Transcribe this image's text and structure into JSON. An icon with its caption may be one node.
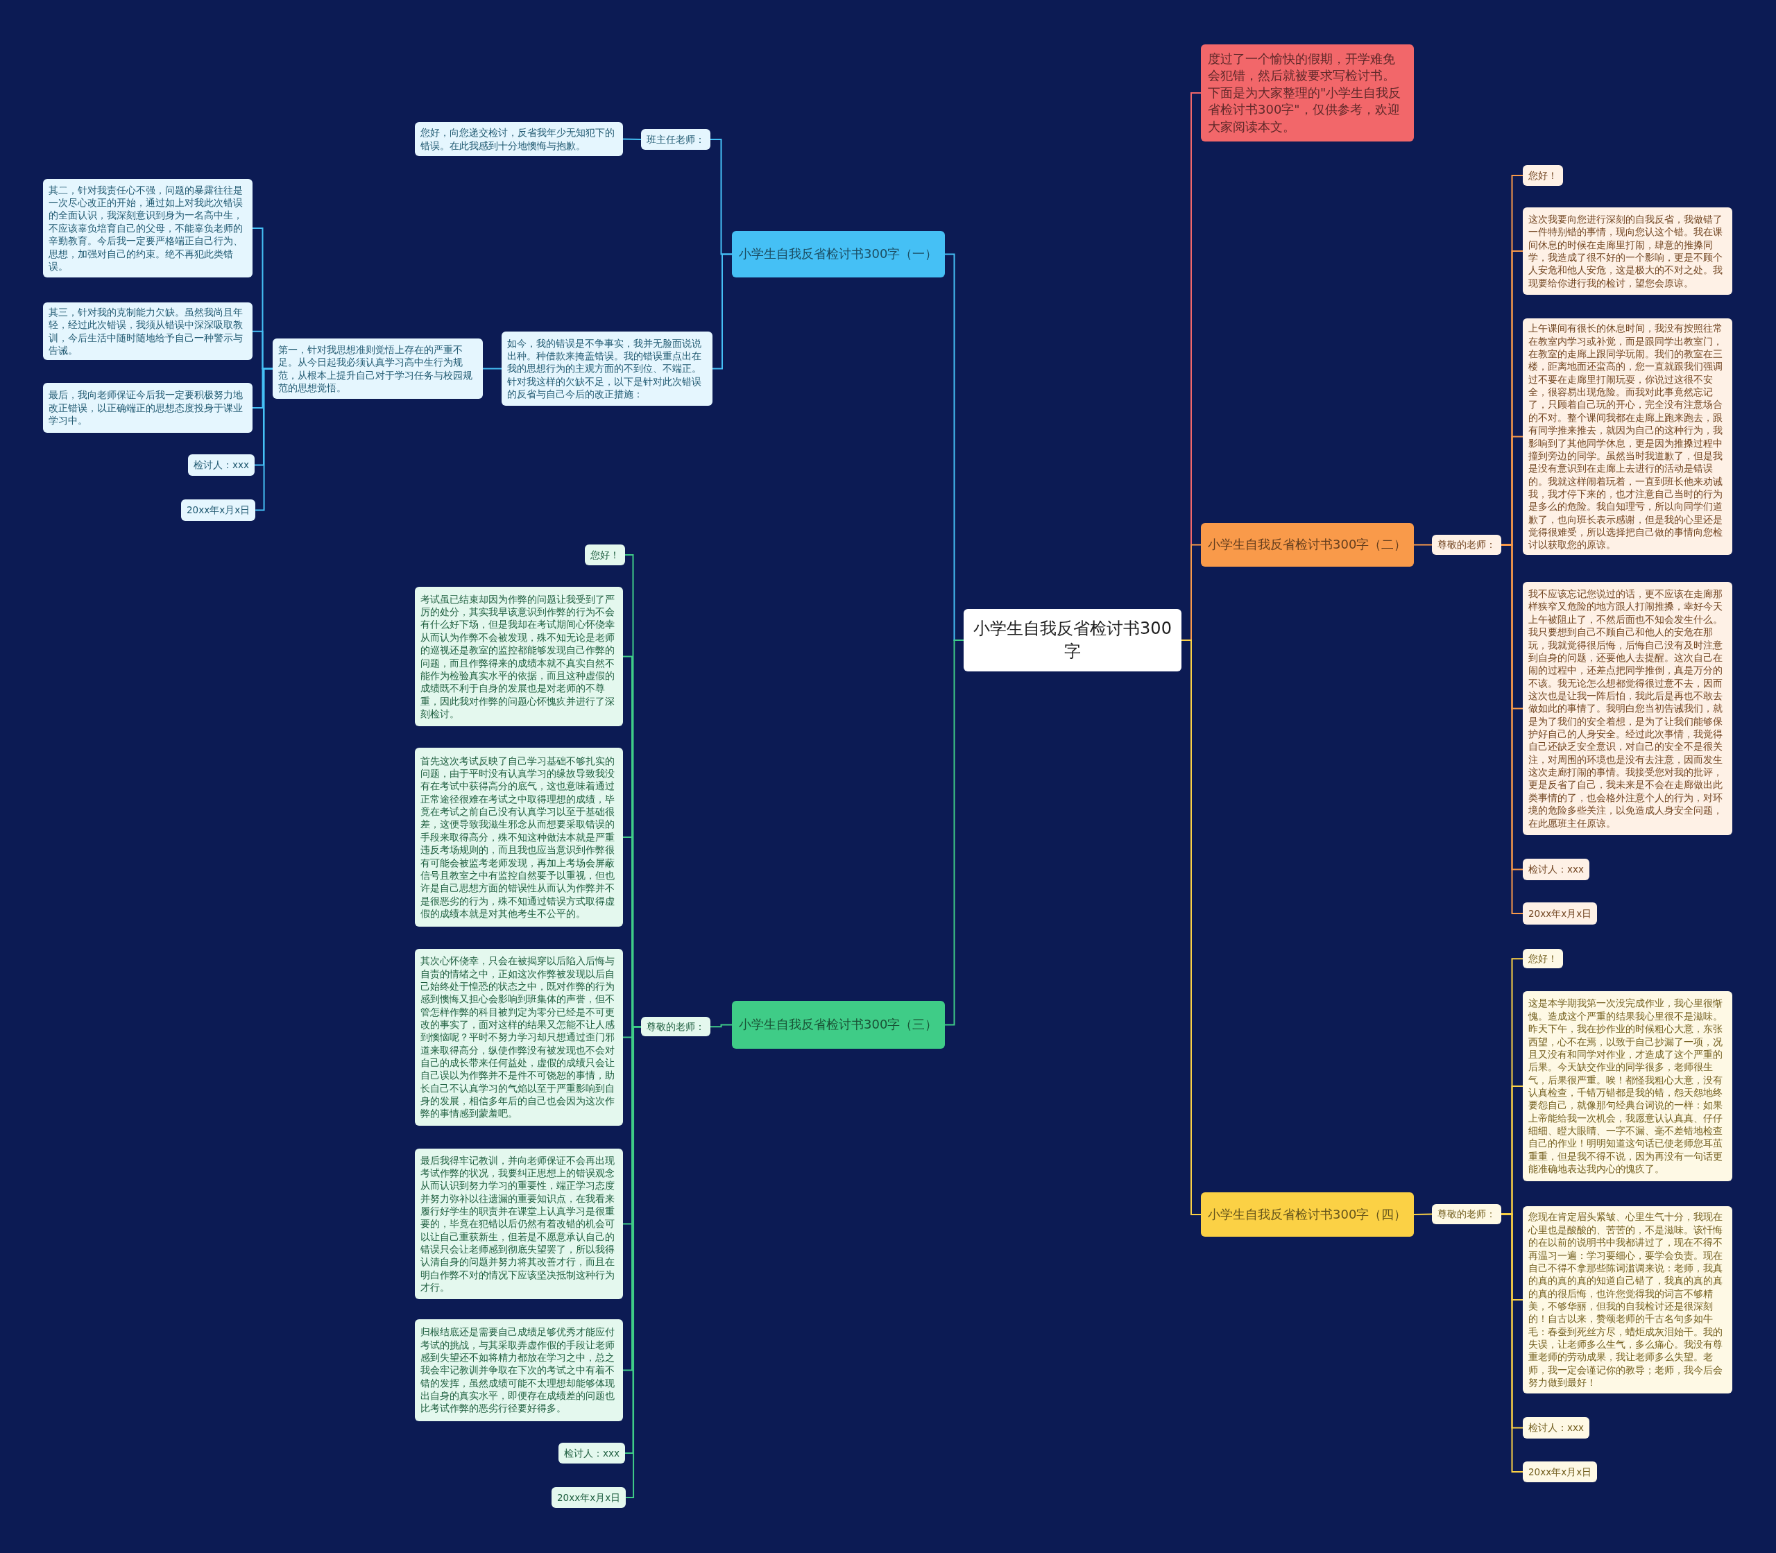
{
  "diagram": {
    "nodes": [
      {
        "text": [
          "小学生自我反省检讨书300字"
        ]
      },
      {
        "text": [
          "度过了一个愉快的假期，开学难免会犯错，然后就被要求写检讨书。下面是为大家整理的\"小学生自我反省检讨书300字\"，仅供参考，欢迎大家阅读本文。"
        ]
      },
      {
        "text": [
          "小学生自我反省检讨书300字（一）"
        ]
      },
      {
        "text": [
          "班主任老师："
        ]
      },
      {
        "text": [
          "您好，向您递交检讨，反省我年少无知犯下的错误。在此我感到十分地懊悔与抱歉。"
        ]
      },
      {
        "text": [
          "如今，我的错误是不争事实，我并无脸面说说出种。种借款来掩盖错误。我的错误重点出在我的思想行为的主观方面的不到位、不端正。针对我这样的欠缺不足，以下是针对此次错误的反省与自己今后的改正措施："
        ]
      },
      {
        "text": [
          "第一，针对我思想准则觉悟上存在的严重不足。从今日起我必须认真学习高中生行为规范，从根本上提升自己对于学习任务与校园规范的思想觉悟。"
        ]
      },
      {
        "text": [
          "其二，针对我责任心不强，问题的暴露往往是一次尽心改正的开始，通过如上对我此次错误的全面认识，我深刻意识到身为一名高中生，不应该辜负培育自己的父母，不能辜负老师的辛勤教育。今后我一定要严格端正自己行为、思想，加强对自己的约束。绝不再犯此类错误。"
        ]
      },
      {
        "text": [
          "其三，针对我的克制能力欠缺。虽然我尚且年轻，经过此次错误，我须从错误中深深吸取教训，今后生活中随时随地给予自己一种警示与告诫。"
        ]
      },
      {
        "text": [
          "最后，我向老师保证今后我一定要积极努力地改正错误，以正确端正的思想态度投身于课业学习中。"
        ]
      },
      {
        "text": [
          "检讨人：xxx"
        ]
      },
      {
        "text": [
          "20xx年x月x日"
        ]
      },
      {
        "text": [
          "小学生自我反省检讨书300字（二）"
        ]
      },
      {
        "text": [
          "尊敬的老师："
        ]
      },
      {
        "text": [
          "您好！"
        ]
      },
      {
        "text": [
          "这次我要向您进行深刻的自我反省，我做错了一件特别错的事情，现向您认这个错。我在课间休息的时候在走廊里打闹，肆意的推搡同学，我造成了很不好的一个影响，更是不顾个人安危和他人安危，这是极大的不对之处。我现要给你进行我的检讨，望您会原谅。"
        ]
      },
      {
        "text": [
          "上午课间有很长的休息时间，我没有按照往常在教室内学习或补觉，而是跟同学出教室门，在教室的走廊上跟同学玩闹。我们的教室在三楼，距离地面还蛮高的，您一直就跟我们强调过不要在走廊里打闹玩耍，你说过这很不安全，很容易出现危险。而我对此事竟然忘记了，只顾着自己玩的开心，完全没有注意场合的不对。整个课间我都在走廊上跑来跑去，跟有同学推来推去，就因为自己的这种行为，我影响到了其他同学休息，更是因为推搡过程中撞到旁边的同学。虽然当时我道歉了，但是我是没有意识到在走廊上去进行的活动是错误的。我就这样闹着玩着，一直到班长他来劝诫我，我才停下来的，也才注意自己当时的行为是多么的危险。我自知理亏，所以向同学们道歉了，也向班长表示感谢，但是我的心里还是觉得很难受，所以选择把自己做的事情向您检讨以获取您的原谅。"
        ]
      },
      {
        "text": [
          "我不应该忘记您说过的话，更不应该在走廊那样狭窄又危险的地方跟人打闹推搡，幸好今天上午被阻止了，不然后面也不知会发生什么。我只要想到自己不顾自己和他人的安危在那玩，我就觉得很后悔，后悔自己没有及时注意到自身的问题，还要他人去提醒。这次自己在闹的过程中，还差点把同学推倒，真是万分的不该。我无论怎么想都觉得很过意不去，因而这次也是让我一阵后怕，我此后是再也不敢去做如此的事情了。我明白您当初告诫我们，就是为了我们的安全着想，是为了让我们能够保护好自己的人身安全。经过此次事情，我觉得自己还缺乏安全意识，对自己的安全不是很关注，对周围的环境也是没有去注意，因而发生这次走廊打闹的事情。我接受您对我的批评，更是反省了自己，我未来是不会在走廊做出此类事情的了，也会格外注意个人的行为，对环境的危险多些关注，以免造成人身安全问题，在此愿班主任原谅。"
        ]
      },
      {
        "text": [
          "检讨人：xxx"
        ]
      },
      {
        "text": [
          "20xx年x月x日"
        ]
      },
      {
        "text": [
          "小学生自我反省检讨书300字（三）"
        ]
      },
      {
        "text": [
          "尊敬的老师："
        ]
      },
      {
        "text": [
          "您好！"
        ]
      },
      {
        "text": [
          "考试虽已结束却因为作弊的问题让我受到了严厉的处分，其实我早该意识到作弊的行为不会有什么好下场，但是我却在考试期间心怀侥幸从而认为作弊不会被发现，殊不知无论是老师的巡视还是教室的监控都能够发现自己作弊的问题，而且作弊得来的成绩本就不真实自然不能作为检验真实水平的依据，而且这种虚假的成绩既不利于自身的发展也是对老师的不尊重，因此我对作弊的问题心怀愧疚并进行了深刻检讨。"
        ]
      },
      {
        "text": [
          "首先这次考试反映了自己学习基础不够扎实的问题，由于平时没有认真学习的缘故导致我没有在考试中获得高分的底气，这也意味着通过正常途径很难在考试之中取得理想的成绩，毕竟在考试之前自己没有认真学习以至于基础很差，这便导致我滋生邪念从而想要采取错误的手段来取得高分，殊不知这种做法本就是严重违反考场规则的，而且我也应当意识到作弊很有可能会被监考老师发现，再加上考场会屏蔽信号且教室之中有监控自然要予以重视，但也许是自己思想方面的错误性从而认为作弊并不是很恶劣的行为，殊不知通过错误方式取得虚假的成绩本就是对其他考生不公平的。"
        ]
      },
      {
        "text": [
          "其次心怀侥幸，只会在被揭穿以后陷入后悔与自责的情绪之中，正如这次作弊被发现以后自己始终处于惶恐的状态之中，既对作弊的行为感到懊悔又担心会影响到班集体的声誉，但不管怎样作弊的科目被判定为零分已经是不可更改的事实了，面对这样的结果又怎能不让人感到懊恼呢？平时不努力学习却只想通过歪门邪道来取得高分，纵使作弊没有被发现也不会对自己的成长带来任何益处，虚假的成绩只会让自己误以为作弊并不是件不可饶恕的事情，助长自己不认真学习的气焰以至于严重影响到自身的发展，相信多年后的自己也会因为这次作弊的事情感到蒙羞吧。"
        ]
      },
      {
        "text": [
          "最后我得牢记教训，并向老师保证不会再出现考试作弊的状况，我要纠正思想上的错误观念从而认识到努力学习的重要性，端正学习态度并努力弥补以往遗漏的重要知识点，在我看来履行好学生的职责并在课堂上认真学习是很重要的，毕竟在犯错以后仍然有着改错的机会可以让自己重获新生，但若是不愿意承认自己的错误只会让老师感到彻底失望罢了，所以我得认清自身的问题并努力将其改善才行，而且在明白作弊不对的情况下应该坚决抵制这种行为才行。"
        ]
      },
      {
        "text": [
          "归根结底还是需要自己成绩足够优秀才能应付考试的挑战，与其采取弄虚作假的手段让老师感到失望还不如将精力都放在学习之中，总之我会牢记教训并争取在下次的考试之中有着不错的发挥，虽然成绩可能不太理想却能够体现出自身的真实水平，即便存在成绩差的问题也比考试作弊的恶劣行径要好得多。"
        ]
      },
      {
        "text": [
          "检讨人：xxx"
        ]
      },
      {
        "text": [
          "20xx年x月x日"
        ]
      },
      {
        "text": [
          "小学生自我反省检讨书300字（四）"
        ]
      },
      {
        "text": [
          "尊敬的老师："
        ]
      },
      {
        "text": [
          "您好！"
        ]
      },
      {
        "text": [
          "这是本学期我第一次没完成作业，我心里很惭愧。造成这个严重的结果我心里很不是滋味。昨天下午，我在抄作业的时候粗心大意，东张西望，心不在焉，以致于自己抄漏了一项，况且又没有和同学对作业，才造成了这个严重的后果。今天缺交作业的同学很多，老师很生气，后果很严重。唉！都怪我粗心大意，没有认真检查，千错万错都是我的错，怨天怨地终要怨自己，就像那句经典台词说的一样：如果上帝能给我一次机会，我愿意认认真真、仔仔细细、瞪大眼睛、一字不漏、毫不差错地检查自己的作业！明明知道这句话已使老师您耳茧重重，但是我不得不说，因为再没有一句话更能准确地表达我内心的愧疚了。"
        ]
      },
      {
        "text": [
          "您现在肯定眉头紧皱、心里生气十分，我现在心里也是酸酸的、苦苦的，不是滋味。该忏悔的在以前的说明书中我都讲过了，现在不得不再温习一遍：学习要细心，要学会负责。现在自己不得不拿那些陈词滥调来说：老师，我真的真的真的真的知道自己错了，我真的真的真的真的很后悔，也许您觉得我的词言不够精美，不够华丽，但我的自我检讨还是很深刻的！自古以来，赞颂老师的千古名句多如牛毛：春蚕到死丝方尽，蜡炬成灰泪始干。我的失误，让老师多么生气，多么痛心。我没有尊重老师的劳动成果，我让老师多么失望。老师，我一定会谨记你的教导；老师，我今后会努力做到最好！"
        ]
      },
      {
        "text": [
          "检讨人：xxx"
        ]
      },
      {
        "text": [
          "20xx年x月x日"
        ]
      }
    ],
    "edges": [
      {
        "from": 0,
        "to": 1,
        "arrow": "none",
        "color": "#f2676a"
      },
      {
        "from": 0,
        "to": 2,
        "arrow": "none",
        "color": "#45c0f5"
      },
      {
        "from": 2,
        "to": 3,
        "arrow": "none",
        "color": "#45c0f5"
      },
      {
        "from": 3,
        "to": 4,
        "arrow": "none",
        "color": "#45c0f5"
      },
      {
        "from": 2,
        "to": 5,
        "arrow": "none",
        "color": "#45c0f5"
      },
      {
        "from": 5,
        "to": 6,
        "arrow": "none",
        "color": "#45c0f5"
      },
      {
        "from": 6,
        "to": 7,
        "arrow": "none",
        "color": "#45c0f5"
      },
      {
        "from": 6,
        "to": 8,
        "arrow": "none",
        "color": "#45c0f5"
      },
      {
        "from": 6,
        "to": 9,
        "arrow": "none",
        "color": "#45c0f5"
      },
      {
        "from": 6,
        "to": 10,
        "arrow": "none",
        "color": "#45c0f5"
      },
      {
        "from": 6,
        "to": 11,
        "arrow": "none",
        "color": "#45c0f5"
      },
      {
        "from": 0,
        "to": 12,
        "arrow": "none",
        "color": "#f99a4a"
      },
      {
        "from": 12,
        "to": 13,
        "arrow": "none",
        "color": "#f99a4a"
      },
      {
        "from": 13,
        "to": 14,
        "arrow": "none",
        "color": "#f99a4a"
      },
      {
        "from": 13,
        "to": 15,
        "arrow": "none",
        "color": "#f99a4a"
      },
      {
        "from": 13,
        "to": 16,
        "arrow": "none",
        "color": "#f99a4a"
      },
      {
        "from": 13,
        "to": 17,
        "arrow": "none",
        "color": "#f99a4a"
      },
      {
        "from": 13,
        "to": 18,
        "arrow": "none",
        "color": "#f99a4a"
      },
      {
        "from": 13,
        "to": 19,
        "arrow": "none",
        "color": "#f99a4a"
      },
      {
        "from": 0,
        "to": 20,
        "arrow": "none",
        "color": "#3fcc87"
      },
      {
        "from": 20,
        "to": 21,
        "arrow": "none",
        "color": "#3fcc87"
      },
      {
        "from": 21,
        "to": 22,
        "arrow": "none",
        "color": "#3fcc87"
      },
      {
        "from": 21,
        "to": 23,
        "arrow": "none",
        "color": "#3fcc87"
      },
      {
        "from": 21,
        "to": 24,
        "arrow": "none",
        "color": "#3fcc87"
      },
      {
        "from": 21,
        "to": 25,
        "arrow": "none",
        "color": "#3fcc87"
      },
      {
        "from": 21,
        "to": 26,
        "arrow": "none",
        "color": "#3fcc87"
      },
      {
        "from": 21,
        "to": 27,
        "arrow": "none",
        "color": "#3fcc87"
      },
      {
        "from": 21,
        "to": 28,
        "arrow": "none",
        "color": "#3fcc87"
      },
      {
        "from": 21,
        "to": 29,
        "arrow": "none",
        "color": "#3fcc87"
      },
      {
        "from": 0,
        "to": 30,
        "arrow": "none",
        "color": "#fbd145"
      },
      {
        "from": 30,
        "to": 31,
        "arrow": "none",
        "color": "#fbd145"
      },
      {
        "from": 31,
        "to": 32,
        "arrow": "none",
        "color": "#fbd145"
      },
      {
        "from": 31,
        "to": 33,
        "arrow": "none",
        "color": "#fbd145"
      },
      {
        "from": 31,
        "to": 34,
        "arrow": "none",
        "color": "#fbd145"
      },
      {
        "from": 31,
        "to": 35,
        "arrow": "none",
        "color": "#fbd145"
      },
      {
        "from": 31,
        "to": 36,
        "arrow": "none",
        "color": "#fbd145"
      }
    ]
  }
}
